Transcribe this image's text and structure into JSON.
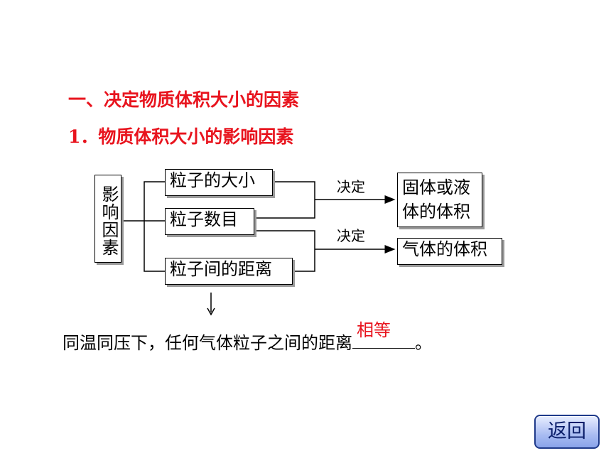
{
  "headings": {
    "section_title": "一、决定物质体积大小的因素",
    "subtitle": "1．物质体积大小的影响因素"
  },
  "diagram": {
    "factor_label": "影响因素",
    "factors": [
      "粒子的大小",
      "粒子数目",
      "粒子间的距离"
    ],
    "arrow_labels": [
      "决定",
      "决定"
    ],
    "results": [
      "固体或液体的体积",
      "气体的体积"
    ]
  },
  "sentence": {
    "text": "同温同压下，任何气体粒子之间的距离",
    "answer": "相等",
    "end": "。"
  },
  "nav": {
    "back_label": "返回"
  }
}
